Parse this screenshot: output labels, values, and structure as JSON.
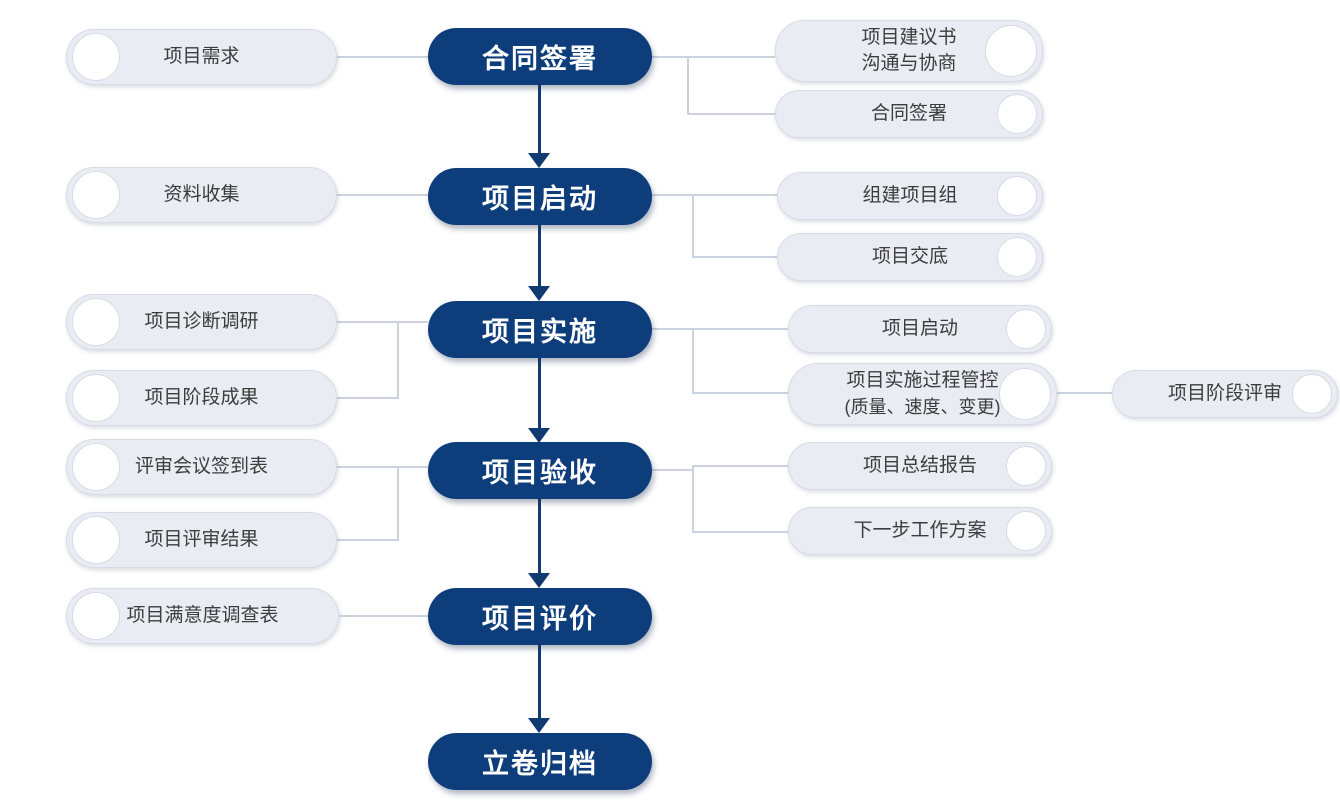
{
  "diagram": {
    "type": "flowchart",
    "background": "#ffffff",
    "colors": {
      "stage_fill": "#0e3d7b",
      "stage_text": "#ffffff",
      "pill_fill": "#e9edf3",
      "pill_border": "#d6dce6",
      "pill_text": "#3c3c3c",
      "connector": "#ccd3de",
      "arrow": "#123a72"
    },
    "stages": [
      {
        "label": "合同签署"
      },
      {
        "label": "项目启动"
      },
      {
        "label": "项目实施"
      },
      {
        "label": "项目验收"
      },
      {
        "label": "项目评价"
      },
      {
        "label": "立卷归档"
      }
    ],
    "left_pills": [
      {
        "label": "项目需求"
      },
      {
        "label": "资料收集"
      },
      {
        "label": "项目诊断调研"
      },
      {
        "label": "项目阶段成果"
      },
      {
        "label": "评审会议签到表"
      },
      {
        "label": "项目评审结果"
      },
      {
        "label": "项目满意度调查表"
      }
    ],
    "right_pills": [
      {
        "line1": "项目建议书",
        "line2": "沟通与协商"
      },
      {
        "line1": "合同签署"
      },
      {
        "line1": "组建项目组"
      },
      {
        "line1": "项目交底"
      },
      {
        "line1": "项目启动"
      },
      {
        "line1": "项目实施过程管控",
        "line2": "(质量、速度、变更)"
      },
      {
        "line1": "项目总结报告"
      },
      {
        "line1": "下一步工作方案"
      },
      {
        "line1": "项目阶段评审"
      }
    ]
  }
}
